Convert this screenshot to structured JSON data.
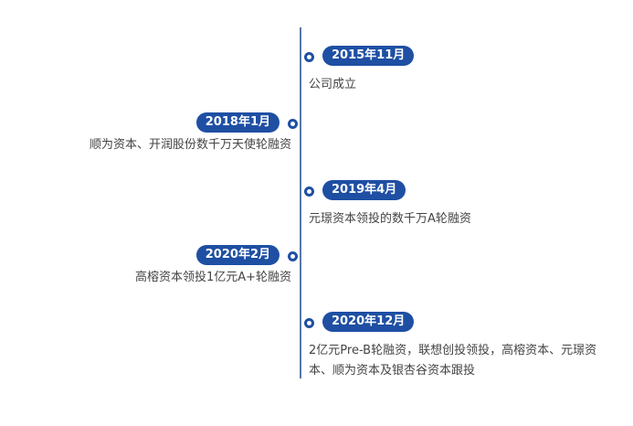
{
  "events": [
    {
      "date": "2015年11月",
      "side": "right",
      "description": "公司成立"
    },
    {
      "date": "2018年1月",
      "side": "left",
      "description": "顺为资本、开润股份数千万天使轮融资"
    },
    {
      "date": "2019年4月",
      "side": "right",
      "description": "元璟资本领投的数千万A轮融资"
    },
    {
      "date": "2020年2月",
      "side": "left",
      "description": "高榕资本领投1亿元A+轮融资"
    },
    {
      "date": "2020年12月",
      "side": "right",
      "description": "2亿元Pre-B轮融资，联想创投领投，高榕资本、元璟资本、顺为资本及银杏谷资本跟投"
    }
  ],
  "colors": {
    "accent": "#1e4fa3",
    "axis": "#5878a8",
    "text": "#444444"
  }
}
